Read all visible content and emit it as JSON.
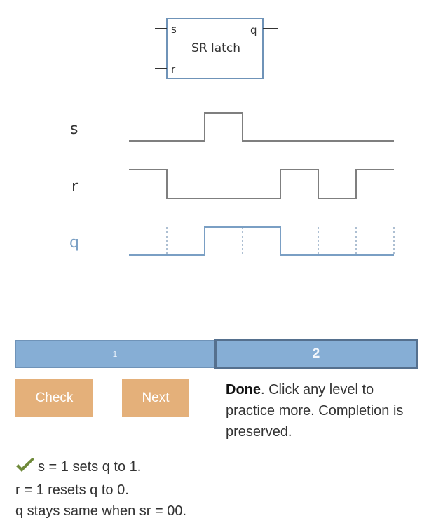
{
  "diagram": {
    "block_label": "SR latch",
    "input_s": "s",
    "input_r": "r",
    "output_q": "q"
  },
  "signals": {
    "s_label": "s",
    "r_label": "r",
    "q_label": "q"
  },
  "levels": [
    {
      "label": "1",
      "active": false
    },
    {
      "label": "2",
      "active": true
    }
  ],
  "buttons": {
    "check_label": "Check",
    "next_label": "Next"
  },
  "status": {
    "bold": "Done",
    "text": ". Click any level to practice more. Completion is preserved."
  },
  "feedback": {
    "line1": "s = 1 sets q to 1.",
    "line2": "r = 1 resets q to 0.",
    "line3": "q stays same when sr = 00."
  },
  "colors": {
    "wave": "#7f7f7f",
    "q_wave": "#7a9fc4",
    "accent_button": "#e4b07a",
    "level_bar": "#86aed5",
    "check": "#6f8a3a"
  }
}
